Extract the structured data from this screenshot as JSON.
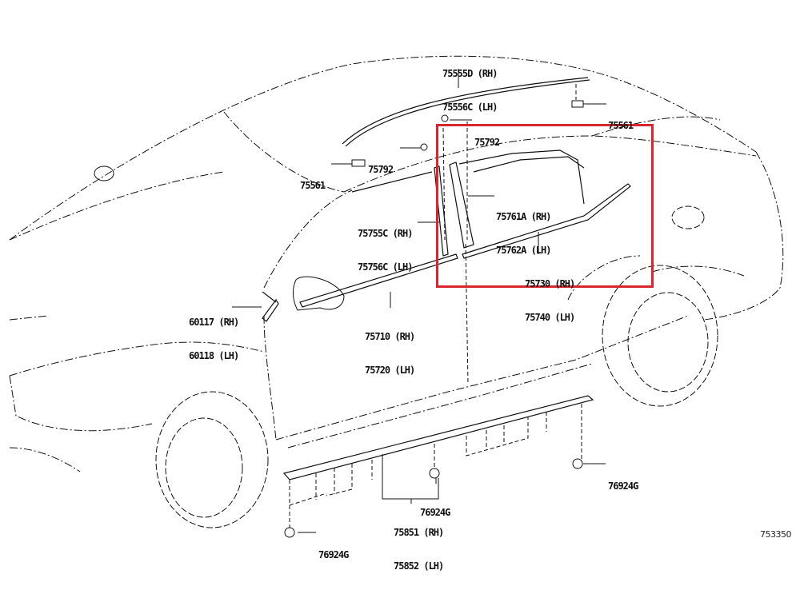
{
  "diagram": {
    "callouts": [
      {
        "id": "roof-molding",
        "lines": [
          "75555D (RH)",
          "75556C (LH)"
        ]
      },
      {
        "id": "clip-rear-roof",
        "lines": [
          "75561"
        ]
      },
      {
        "id": "grommet-upper",
        "lines": [
          "75792"
        ]
      },
      {
        "id": "grommet-lower",
        "lines": [
          "75792"
        ]
      },
      {
        "id": "clip-front-roof",
        "lines": [
          "75561"
        ]
      },
      {
        "id": "rear-door-frame-garnish",
        "lines": [
          "75761A (RH)",
          "75762A (LH)"
        ]
      },
      {
        "id": "front-door-frame-garnish",
        "lines": [
          "75755C (RH)",
          "75756C (LH)"
        ]
      },
      {
        "id": "rear-door-belt-molding",
        "lines": [
          "75730 (RH)",
          "75740 (LH)"
        ]
      },
      {
        "id": "front-corner-cover",
        "lines": [
          "60117 (RH)",
          "60118 (LH)"
        ]
      },
      {
        "id": "front-door-belt-molding",
        "lines": [
          "75710 (RH)",
          "75720 (LH)"
        ]
      },
      {
        "id": "nut-right",
        "lines": [
          "76924G"
        ]
      },
      {
        "id": "nut-middle",
        "lines": [
          "76924G"
        ]
      },
      {
        "id": "rocker-panel-molding",
        "lines": [
          "75851 (RH)",
          "75852 (LH)"
        ]
      },
      {
        "id": "nut-bottom",
        "lines": [
          "76924G"
        ]
      }
    ],
    "figure_code": "753350",
    "highlight_color": "#d9262e"
  }
}
